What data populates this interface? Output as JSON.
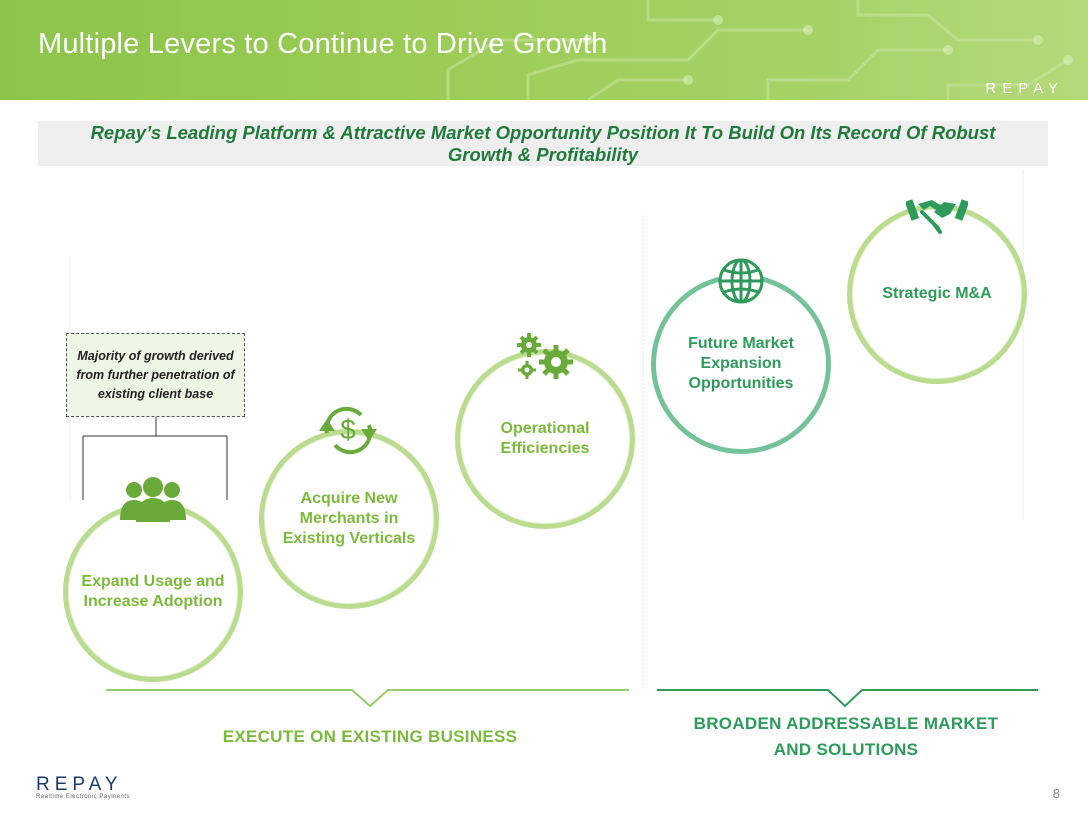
{
  "header": {
    "title": "Multiple Levers to Continue to Drive Growth",
    "logo": "REPAY"
  },
  "subtitle": "Repay’s Leading Platform & Attractive Market Opportunity Position It To Build On Its Record Of Robust Growth & Profitability",
  "callout": "Majority of growth derived from further penetration of existing client base",
  "levers": [
    {
      "label": "Expand Usage and Increase Adoption",
      "icon": "people-icon"
    },
    {
      "label": "Acquire New Merchants in Existing Verticals",
      "icon": "dollar-cycle-icon"
    },
    {
      "label": "Operational Efficiencies",
      "icon": "gears-icon"
    },
    {
      "label": "Future Market Expansion Opportunities",
      "icon": "globe-icon"
    },
    {
      "label": "Strategic M&A",
      "icon": "handshake-icon"
    }
  ],
  "sections": {
    "left": "EXECUTE ON EXISTING BUSINESS",
    "right_line1": "BROADEN ADDRESSABLE MARKET",
    "right_line2": "AND SOLUTIONS"
  },
  "colors": {
    "light_green": "#7cba3c",
    "dark_green": "#2e9a5b",
    "title_green": "#1f7a3c"
  },
  "footer": {
    "logo": "REPAY",
    "tagline": "Realtime Electronic Payments",
    "page_number": "8"
  }
}
